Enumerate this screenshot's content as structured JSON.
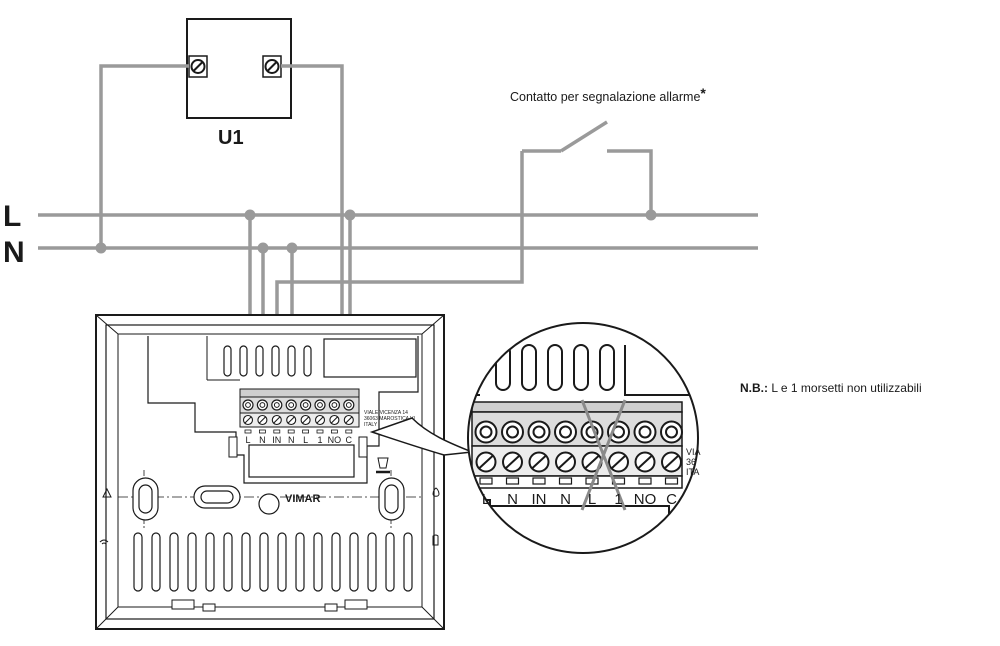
{
  "diagram": {
    "bus_l": "L",
    "bus_n": "N",
    "load_label": "U1",
    "alarm_label": "Contatto per segnalazione allarme",
    "alarm_star": "*",
    "note_bold": "N.B.:",
    "note_text": " L e 1 morsetti non utilizzabili",
    "brand": "VIMAR",
    "address_1": "VIALE VICENZA 14",
    "address_2": "36063 MAROSTICA VI",
    "address_3": "ITALY",
    "address_zoom_1": "VIA",
    "address_zoom_2": "36",
    "address_zoom_3": "ITA",
    "terminals": [
      "L",
      "N",
      "IN",
      "N",
      "L",
      "1",
      "NO",
      "C"
    ],
    "zoom_terminals": [
      "L",
      "N",
      "IN",
      "N",
      "L",
      "1",
      "NO",
      "C"
    ],
    "colors": {
      "wire": "#9a9a9a",
      "outline": "#1a1a1a",
      "fill_grey": "#dcdcdc",
      "fill_light": "#f3f3f3"
    }
  }
}
